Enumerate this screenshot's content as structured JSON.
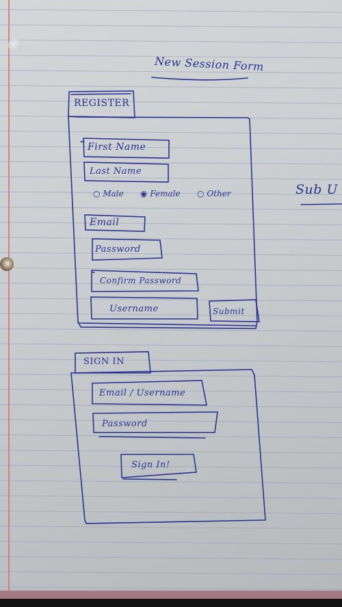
{
  "header": {
    "title": "New Session Form"
  },
  "side_note": "Sub U",
  "register": {
    "tab_label": "REGISTER",
    "first_name": "First Name",
    "last_name": "Last Name",
    "gender_options": [
      "Male",
      "Female",
      "Other"
    ],
    "email": "Email",
    "password": "Password",
    "confirm_password": "Confirm Password",
    "username": "Username",
    "submit": "Submit"
  },
  "signin": {
    "tab_label": "SIGN IN",
    "email_username": "Email / Username",
    "password": "Password",
    "button": "Sign In!"
  },
  "colors": {
    "ink": "#2a3290",
    "paper": "#d3d7d8",
    "margin_line": "#d96a78",
    "rule_line": "#8f9fb8"
  }
}
